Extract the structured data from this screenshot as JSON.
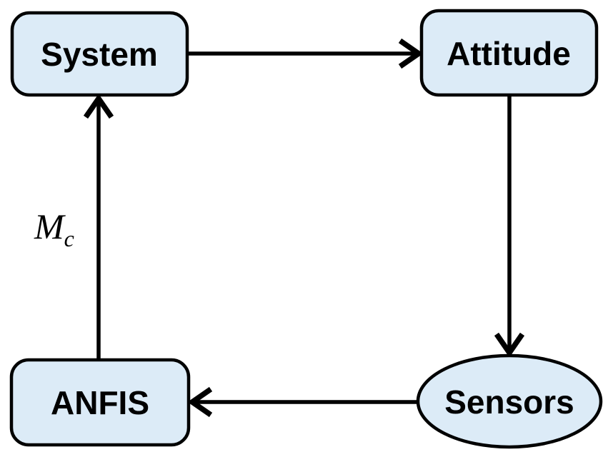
{
  "diagram": {
    "type": "flow-diagram",
    "background": "#ffffff",
    "style": {
      "node_fill": "#dcebf7",
      "node_stroke": "#000000",
      "edge_color": "#000000",
      "text_color": "#000000"
    },
    "nodes": [
      {
        "id": "system",
        "label": "System",
        "shape": "rounded-rectangle",
        "position": "top-left"
      },
      {
        "id": "attitude",
        "label": "Attitude",
        "shape": "rounded-rectangle",
        "position": "top-right"
      },
      {
        "id": "sensors",
        "label": "Sensors",
        "shape": "ellipse",
        "position": "bottom-right"
      },
      {
        "id": "anfis",
        "label": "ANFIS",
        "shape": "rounded-rectangle",
        "position": "bottom-left"
      }
    ],
    "edges": [
      {
        "id": "system-to-attitude",
        "from": "System",
        "to": "Attitude",
        "label": ""
      },
      {
        "id": "attitude-to-sensors",
        "from": "Attitude",
        "to": "Sensors",
        "label": ""
      },
      {
        "id": "sensors-to-anfis",
        "from": "Sensors",
        "to": "ANFIS",
        "label": ""
      },
      {
        "id": "anfis-to-system",
        "from": "ANFIS",
        "to": "System",
        "label": "Mc"
      }
    ],
    "edge_label": {
      "base": "M",
      "subscript": "c"
    }
  }
}
